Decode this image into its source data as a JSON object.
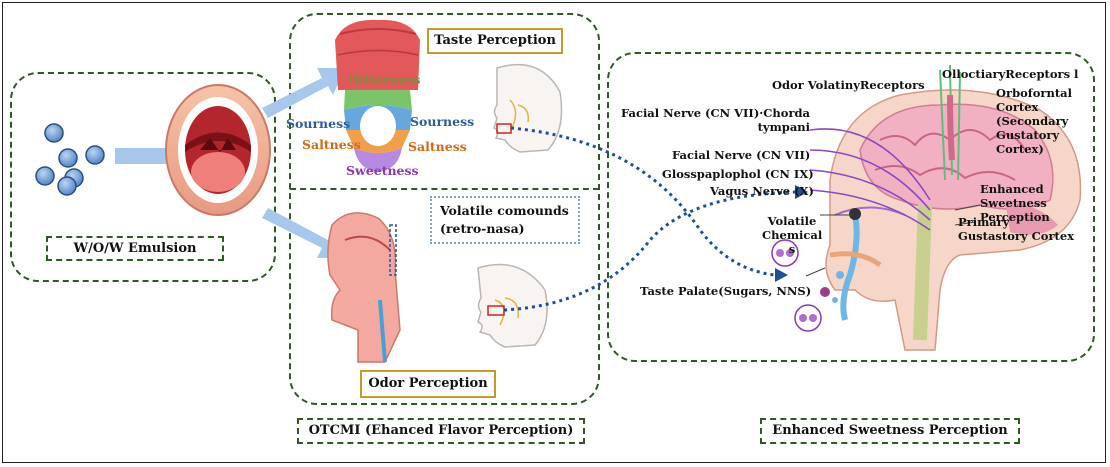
{
  "boxes": {
    "emulsion": "W/O/W Emulsion",
    "otcmi": "OTCMI (Ehanced Flavor Perception)",
    "enhanced": "Enhanced Sweetness Perception",
    "taste": "Taste Perception",
    "odor": "Odor Perception",
    "volatile": "Volatile comounds (retro-nasa)"
  },
  "tongue": {
    "bitterness": "Bitterness",
    "sourness_left": "Sourness",
    "sourness_right": "Sourness",
    "saltness_left": "Saltness",
    "saltness_right": "Saltness",
    "sweetness": "Sweetness"
  },
  "brain": {
    "odor_receptors": "Odor VolatinyReceptors",
    "olfactory_receptors": "OlloctiaryReceptors l",
    "orbitofrontal": "Orboforntal Cortex (Secondary Gustatory Cortex)",
    "chorda": "Facial Nerve (CN VII)·Chorda tympani",
    "facial": "Facial Nerve (CN VII)",
    "glosso": "Glosspaplophol (CN IX)",
    "vagus": "Vagus Nerve (X)",
    "enhanced_sweet": "Enhanced Sweetness Perception",
    "primary": "Primary Gustastory Cortex",
    "volatile_chem": "Volatile Chemical s",
    "taste_palate": "Taste Palate(Sugars, NNS)"
  },
  "colors": {
    "dash_green": "#2f5a25",
    "gold": "#c39a2e",
    "arrow_blue": "#a7c8ea",
    "dotted_blue": "#1f4f9c",
    "bitter": "#7c8f3a",
    "sour": "#2e5d9e",
    "salt": "#d06a16",
    "sweet": "#8a38b8"
  }
}
